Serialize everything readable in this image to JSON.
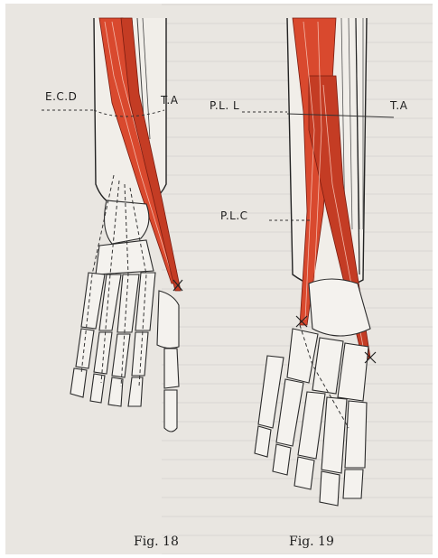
{
  "figure_18": {
    "labels": {
      "ecd": "E.C.D",
      "ta": "T.A"
    },
    "caption": "Fig. 18"
  },
  "figure_19": {
    "labels": {
      "pll": "P.L. L",
      "plc": "P.L.C",
      "ta": "T.A"
    },
    "caption": "Fig. 19"
  },
  "colors": {
    "muscle": "#d9492e",
    "paper": "#e9e6e1",
    "ink": "#1d1d1d"
  }
}
